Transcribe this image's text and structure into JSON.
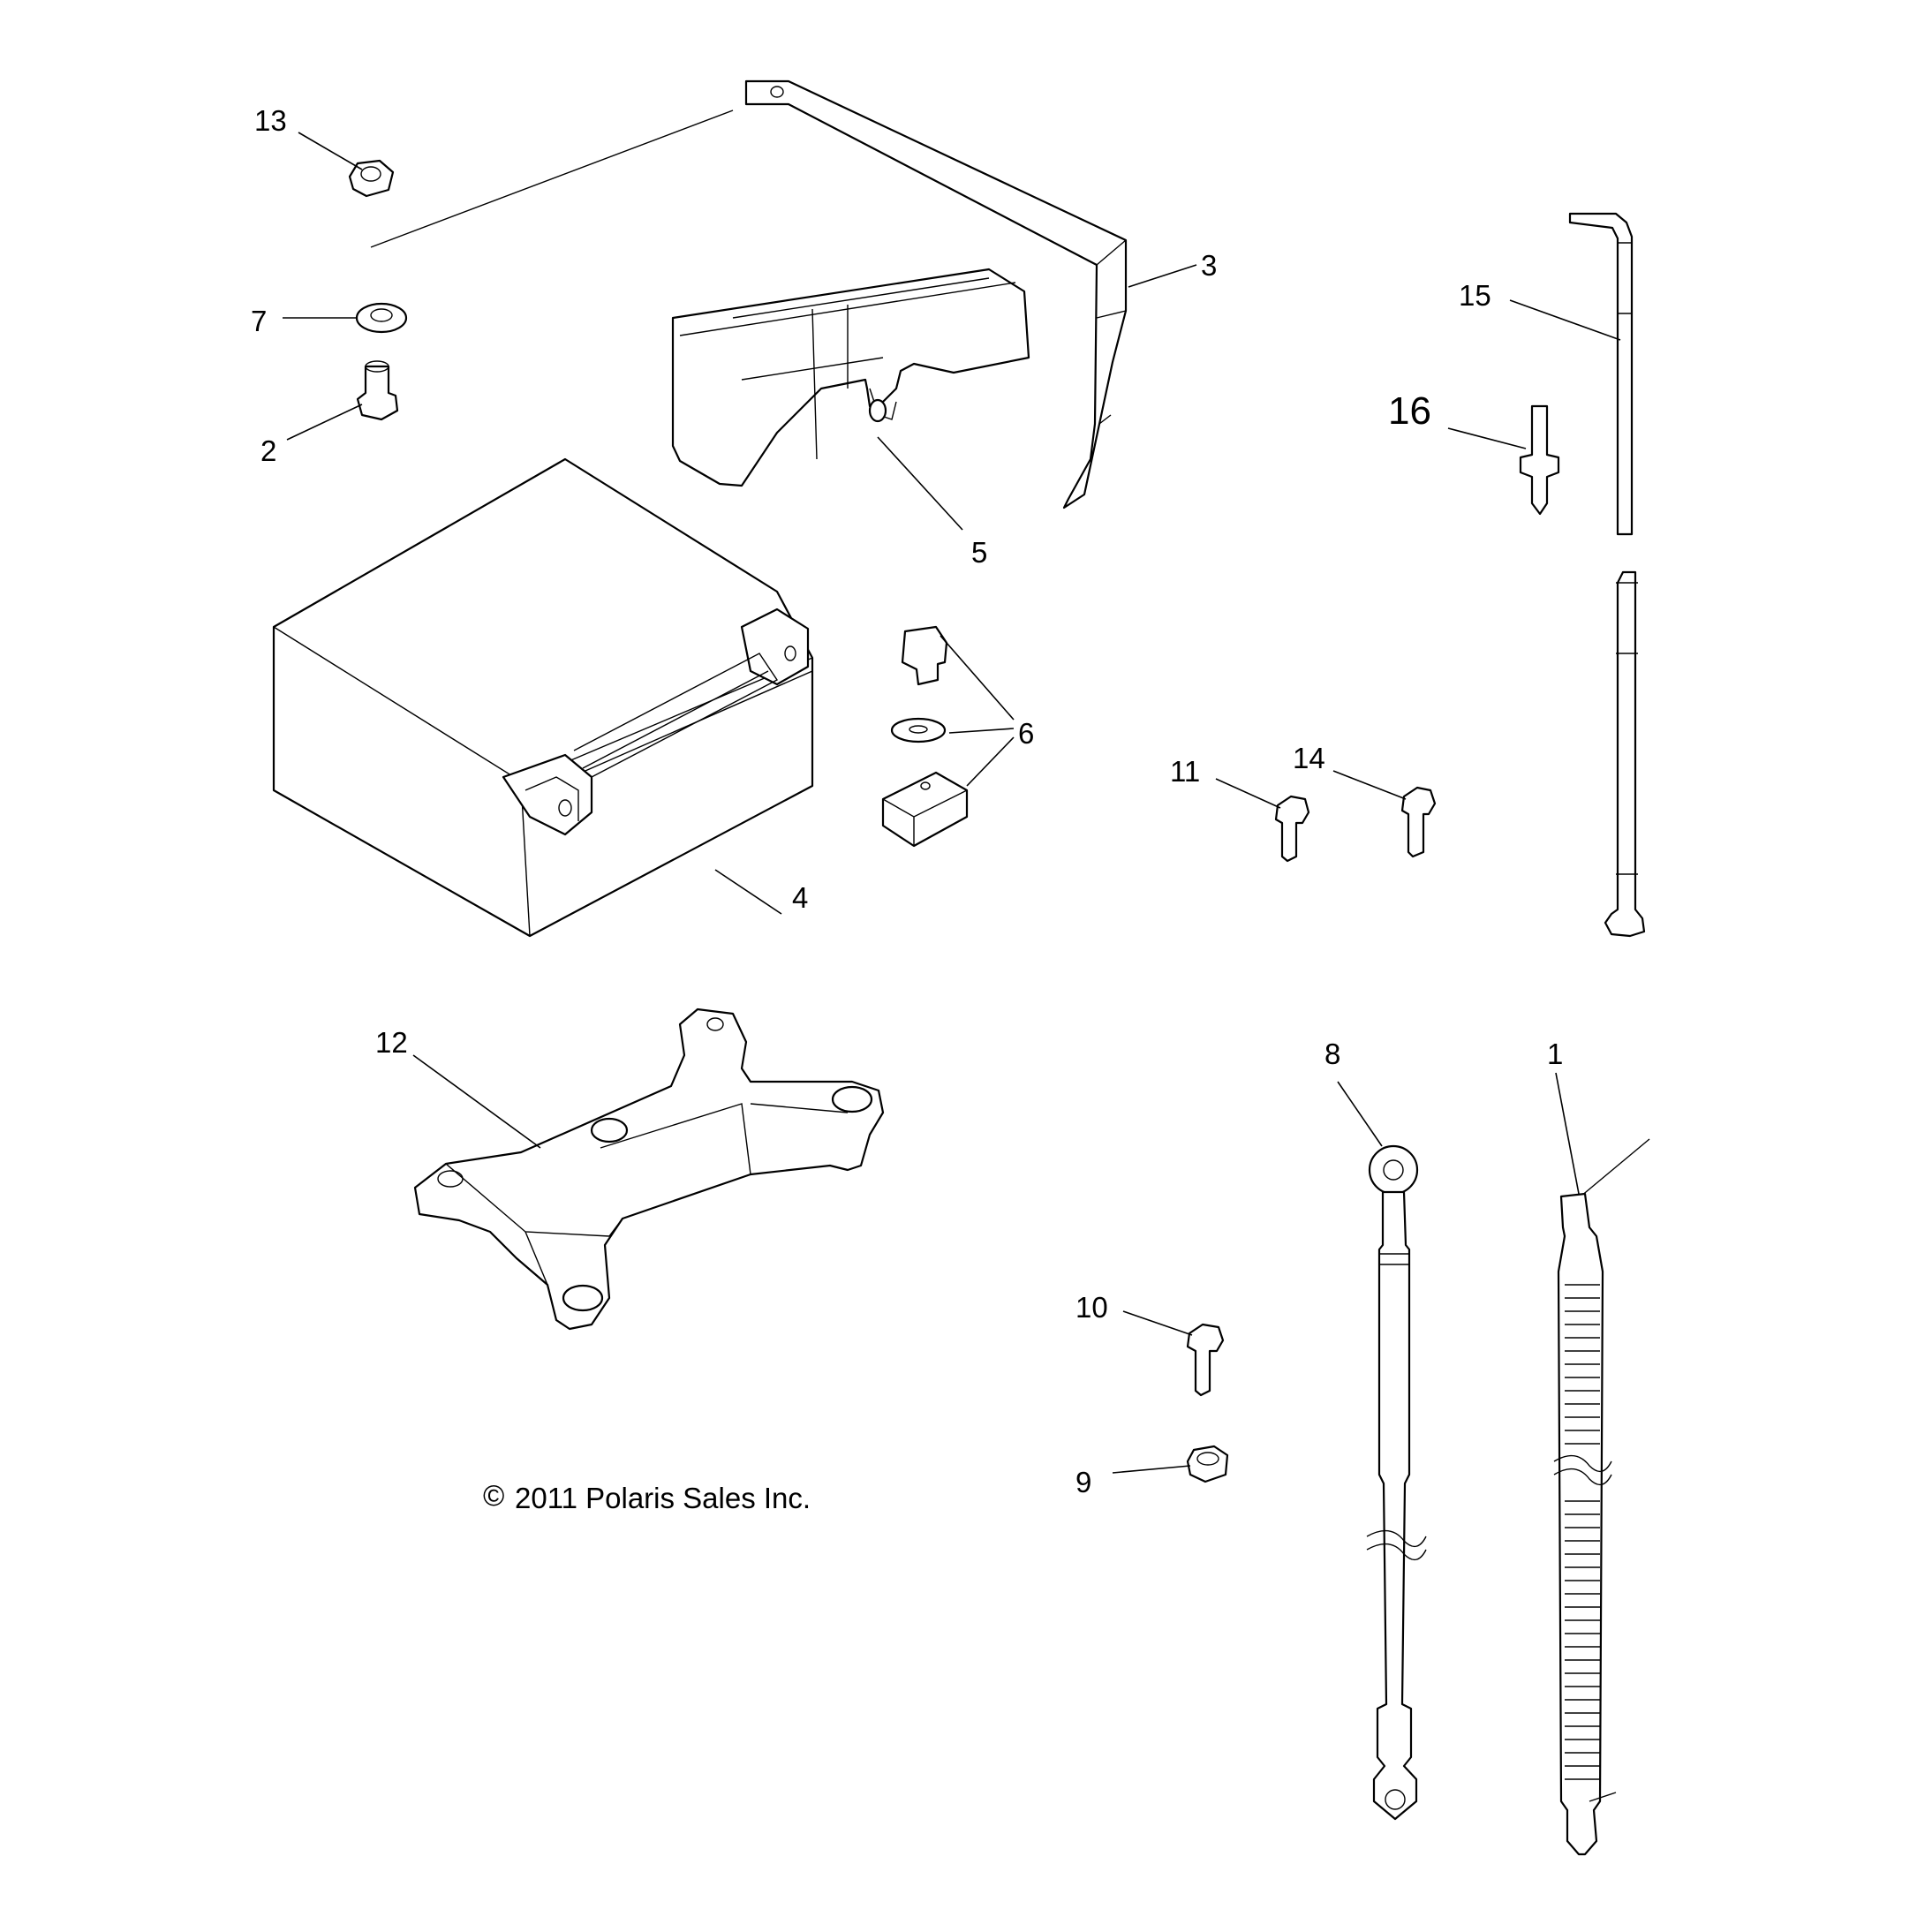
{
  "diagram": {
    "callouts": [
      {
        "id": "13",
        "label": "13"
      },
      {
        "id": "7",
        "label": "7"
      },
      {
        "id": "2",
        "label": "2"
      },
      {
        "id": "3",
        "label": "3"
      },
      {
        "id": "5",
        "label": "5"
      },
      {
        "id": "15",
        "label": "15"
      },
      {
        "id": "16",
        "label": "16"
      },
      {
        "id": "6",
        "label": "6"
      },
      {
        "id": "11",
        "label": "11"
      },
      {
        "id": "14",
        "label": "14"
      },
      {
        "id": "4",
        "label": "4"
      },
      {
        "id": "12",
        "label": "12"
      },
      {
        "id": "8",
        "label": "8"
      },
      {
        "id": "1",
        "label": "1"
      },
      {
        "id": "10",
        "label": "10"
      },
      {
        "id": "9",
        "label": "9"
      }
    ],
    "copyright": "2011 Polaris Sales Inc.",
    "copyright_symbol": "©"
  }
}
